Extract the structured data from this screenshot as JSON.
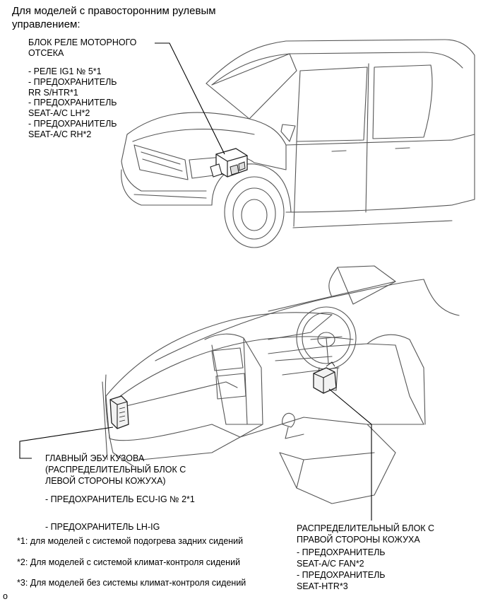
{
  "header": {
    "line1": "Для моделей с правосторонним рулевым",
    "line2": "управлением:"
  },
  "engine_relay_block": {
    "title1": "БЛОК РЕЛЕ МОТОРНОГО",
    "title2": "ОТСЕКА",
    "items": [
      "- РЕЛЕ IG1 № 5*1",
      "- ПРЕДОХРАНИТЕЛЬ",
      "RR S/HTR*1",
      "- ПРЕДОХРАНИТЕЛЬ",
      "SEAT-A/C LH*2",
      "- ПРЕДОХРАНИТЕЛЬ",
      "SEAT-A/C RH*2"
    ]
  },
  "main_body_ecu": {
    "title1": "ГЛАВНЫЙ ЭБУ КУЗОВА",
    "title2": "(РАСПРЕДЕЛИТЕЛЬНЫЙ БЛОК С",
    "title3": "ЛЕВОЙ СТОРОНЫ КОЖУХА)",
    "item1": "- ПРЕДОХРАНИТЕЛЬ ECU-IG № 2*1",
    "item2": "- ПРЕДОХРАНИТЕЛЬ LH-IG"
  },
  "right_junction_block": {
    "title1": "РАСПРЕДЕЛИТЕЛЬНЫЙ БЛОК С",
    "title2": "ПРАВОЙ СТОРОНЫ КОЖУХА",
    "items": [
      "- ПРЕДОХРАНИТЕЛЬ",
      "SEAT-A/C FAN*2",
      "- ПРЕДОХРАНИТЕЛЬ",
      "SEAT-HTR*3"
    ]
  },
  "footnotes": [
    "*1: для моделей с системой подогрева задних сидений",
    "*2: Для моделей с системой климат-контроля сидений",
    "*3: Для моделей без системы климат-контроля сидений"
  ],
  "corner_mark": "o"
}
